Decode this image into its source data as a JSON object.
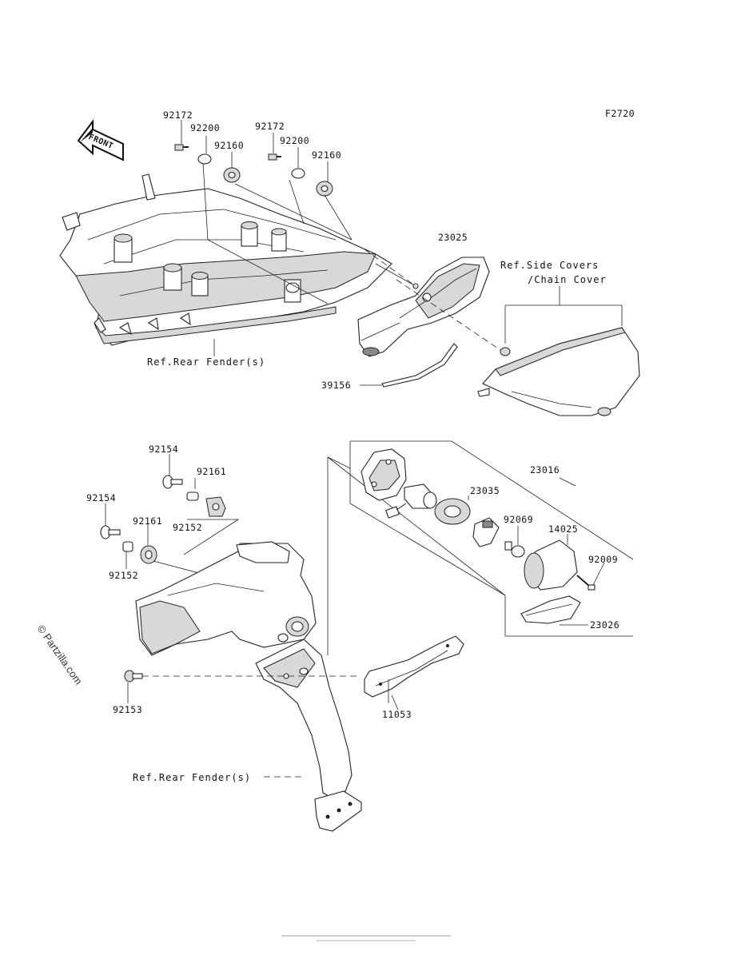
{
  "diagram": {
    "figure_code": "F2720",
    "front_arrow_label": "FRONT",
    "watermark": "© Partzilla.com",
    "labels": {
      "p92172a": "92172",
      "p92200a": "92200",
      "p92160a": "92160",
      "p92172b": "92172",
      "p92200b": "92200",
      "p92160b": "92160",
      "p23025": "23025",
      "p39156": "39156",
      "p92154a": "92154",
      "p92161a": "92161",
      "p92154b": "92154",
      "p92161b": "92161",
      "p92152a": "92152",
      "p92152b": "92152",
      "p92153": "92153",
      "p11053": "11053",
      "p23016": "23016",
      "p23035": "23035",
      "p92069": "92069",
      "p14025": "14025",
      "p92009": "92009",
      "p23026": "23026"
    },
    "references": {
      "side_covers_line1": "Ref.Side Covers",
      "side_covers_line2": "/Chain Cover",
      "rear_fender_top": "Ref.Rear Fender(s)",
      "rear_fender_bottom": "Ref.Rear Fender(s)"
    }
  }
}
